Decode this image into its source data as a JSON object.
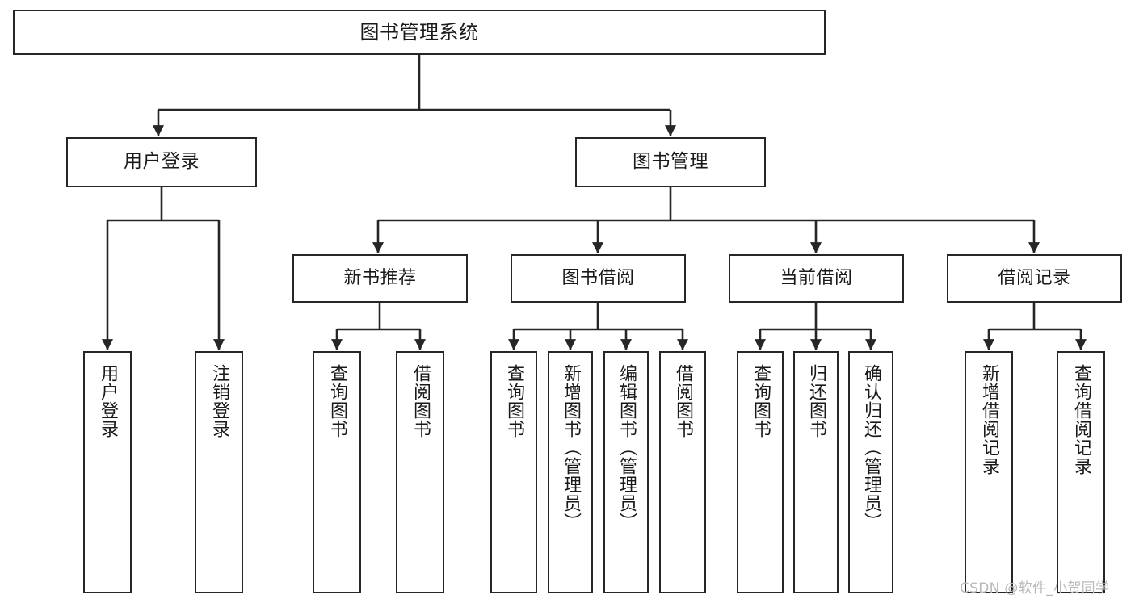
{
  "diagram": {
    "type": "hierarchy-tree",
    "title": "图书管理系统",
    "watermark": "CSDN @软件_小贺同学",
    "colors": {
      "box_border": "#262626",
      "box_fill": "#ffffff",
      "connector": "#262626",
      "text": "#1a1a1a",
      "watermark": "#b9b9b9",
      "background": "#ffffff"
    },
    "nodes": {
      "root": {
        "label": "图书管理系统"
      },
      "level2": [
        {
          "id": "user-login",
          "label": "用户登录"
        },
        {
          "id": "book-manage",
          "label": "图书管理"
        }
      ],
      "level3": [
        {
          "id": "new-book-recommend",
          "label": "新书推荐"
        },
        {
          "id": "book-borrow",
          "label": "图书借阅"
        },
        {
          "id": "current-borrow",
          "label": "当前借阅"
        },
        {
          "id": "borrow-record",
          "label": "借阅记录"
        }
      ],
      "leaves": {
        "user_login": [
          {
            "id": "leaf-user-login",
            "label": "用户登录"
          },
          {
            "id": "leaf-logout-login",
            "label": "注销登录"
          }
        ],
        "new_book_recommend": [
          {
            "id": "leaf-query-book-1",
            "label": "查询图书"
          },
          {
            "id": "leaf-borrow-book-1",
            "label": "借阅图书"
          }
        ],
        "book_borrow": [
          {
            "id": "leaf-query-book-2",
            "label": "查询图书"
          },
          {
            "id": "leaf-add-book-admin",
            "label": "新增图书（管理员）"
          },
          {
            "id": "leaf-edit-book-admin",
            "label": "编辑图书（管理员）"
          },
          {
            "id": "leaf-borrow-book-2",
            "label": "借阅图书"
          }
        ],
        "current_borrow": [
          {
            "id": "leaf-query-book-3",
            "label": "查询图书"
          },
          {
            "id": "leaf-return-book",
            "label": "归还图书"
          },
          {
            "id": "leaf-confirm-return-admin",
            "label": "确认归还（管理员）"
          }
        ],
        "borrow_record": [
          {
            "id": "leaf-add-borrow-record",
            "label": "新增借阅记录"
          },
          {
            "id": "leaf-query-borrow-record",
            "label": "查询借阅记录"
          }
        ]
      }
    }
  }
}
